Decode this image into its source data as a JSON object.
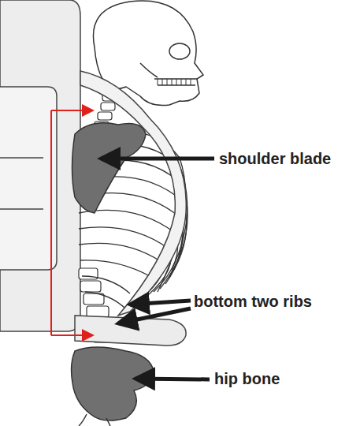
{
  "diagram": {
    "labels": [
      "shoulder blade",
      "bottom two ribs",
      "hip bone"
    ]
  }
}
